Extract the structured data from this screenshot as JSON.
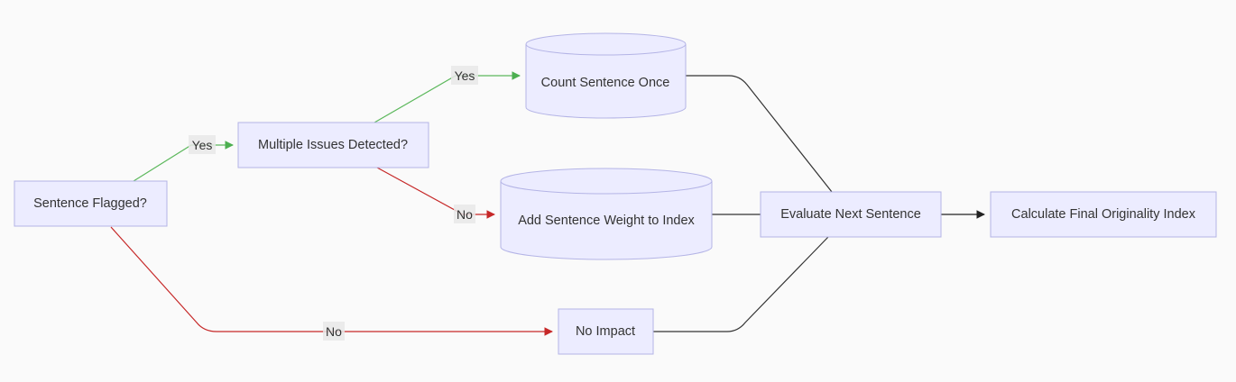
{
  "colors": {
    "canvas": "#fafafa",
    "node_fill": "#ececff",
    "node_stroke": "#b4b4e6",
    "edge_yes": "#5cb85c",
    "edge_no": "#c62828",
    "edge_default": "#333333",
    "label_bg": "#e8e8e8"
  },
  "nodes": {
    "sentence_flagged": "Sentence Flagged?",
    "multiple_issues": "Multiple Issues Detected?",
    "count_once": "Count Sentence Once",
    "add_weight": "Add Sentence Weight to Index",
    "no_impact": "No Impact",
    "evaluate_next": "Evaluate Next Sentence",
    "calculate_final": "Calculate Final Originality Index"
  },
  "edge_labels": {
    "flagged_yes": "Yes",
    "flagged_no": "No",
    "multiple_yes": "Yes",
    "multiple_no": "No"
  }
}
